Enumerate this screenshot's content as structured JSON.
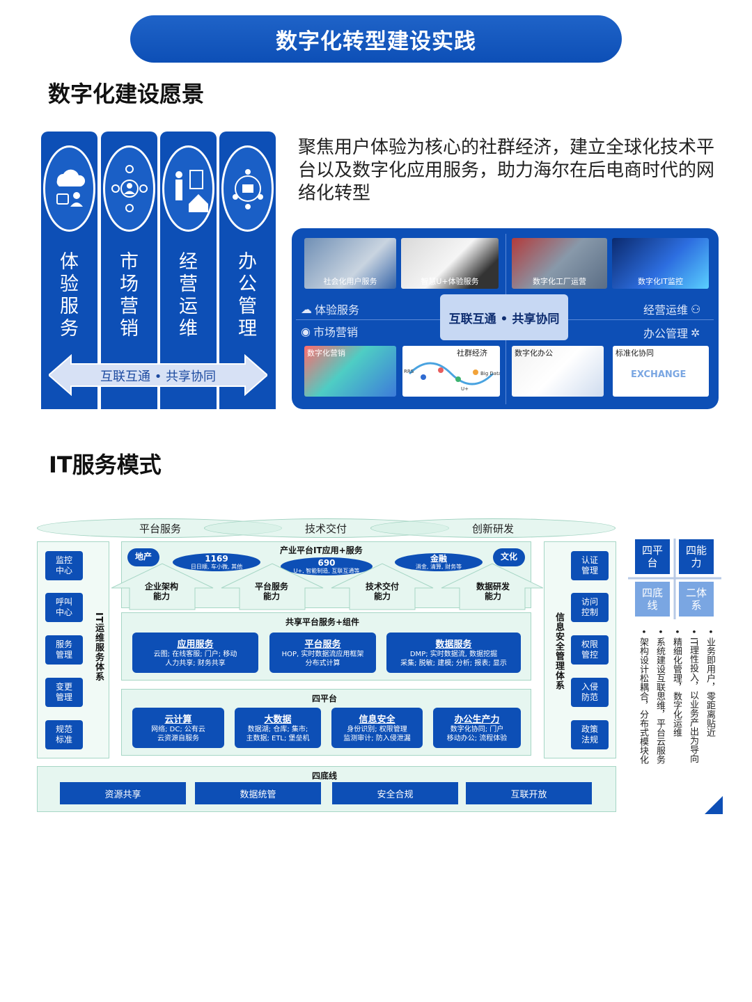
{
  "banner": {
    "title": "数字化转型建设实践"
  },
  "vision": {
    "heading": "数字化建设愿景",
    "columns": [
      {
        "label": [
          "体",
          "验",
          "服",
          "务"
        ],
        "icon": "cloud-user-icon"
      },
      {
        "label": [
          "市",
          "场",
          "营",
          "销"
        ],
        "icon": "network-people-icon"
      },
      {
        "label": [
          "经",
          "营",
          "运",
          "维"
        ],
        "icon": "building-icon"
      },
      {
        "label": [
          "办",
          "公",
          "管",
          "理"
        ],
        "icon": "office-network-icon"
      }
    ],
    "arrow_label": "互联互通 • 共享协同",
    "description": "聚焦用户体验为核心的社群经济，建立全球化技术平台以及数字化应用服务，助力海尔在后电商时代的网络化转型",
    "panel": {
      "photos_top": [
        "社会化用户服务",
        "智慧U+体验服务",
        "数字化工厂运营",
        "数字化IT监控"
      ],
      "photos_bottom": [
        "数字化营销",
        "社群经济",
        "数字化办公",
        "标准化协同"
      ],
      "labels": {
        "experience": "体验服务",
        "marketing": "市场营销",
        "operations": "经营运维",
        "office": "办公管理"
      },
      "center": "互联互通 • 共享协同",
      "tiny_text": {
        "rrs": "RRS",
        "big_data": "Big Data",
        "u_plus": "U+",
        "exchange": "EXCHANGE"
      }
    }
  },
  "it": {
    "heading": "IT服务模式",
    "ellipses": [
      "平台服务",
      "技术交付",
      "创新研发"
    ],
    "left_side": {
      "title": "IT运维服务体系",
      "items": [
        "监控\n中心",
        "呼叫\n中心",
        "服务\n管理",
        "变更\n管理",
        "规范\n标准"
      ]
    },
    "right_side": {
      "title": "信息安全管理体系",
      "items": [
        "认证\n管理",
        "访问\n控制",
        "权限\n管控",
        "入侵\n防范",
        "政策\n法规"
      ]
    },
    "industry": {
      "title": "产业平台IT应用+服务",
      "pills": [
        {
          "name": "地产",
          "sub": ""
        },
        {
          "name": "1169",
          "sub": "日日顺, 车小微, 其他"
        },
        {
          "name": "690",
          "sub": "U+, 智能制造, 互联互通等"
        },
        {
          "name": "金融",
          "sub": "消金, 清算, 财务等"
        },
        {
          "name": "文化",
          "sub": ""
        }
      ],
      "capabilities": [
        "企业架构\n能力",
        "平台服务\n能力",
        "技术交付\n能力",
        "数据研发\n能力"
      ]
    },
    "shared": {
      "title": "共享平台服务+组件",
      "services": [
        {
          "name": "应用服务",
          "desc": "云图; 在线客服; 门户; 移动\n人力共享; 财务共享"
        },
        {
          "name": "平台服务",
          "desc": "HOP, 实时数据流应用框架\n分布式计算"
        },
        {
          "name": "数据服务",
          "desc": "DMP; 实时数据流, 数据挖掘\n采集; 脱敏; 建模; 分析; 报表; 显示"
        }
      ]
    },
    "four_platform": {
      "title": "四平台",
      "items": [
        {
          "name": "云计算",
          "desc": "网络; DC; 公有云\n云资源自服务"
        },
        {
          "name": "大数据",
          "desc": "数据湖; 仓库; 集市;\n主数据; ETL; 堡垒机"
        },
        {
          "name": "信息安全",
          "desc": "身份识别; 权限管理\n监测审计; 防入侵泄漏"
        },
        {
          "name": "办公生产力",
          "desc": "数字化协同; 门户\n移动办公; 流程体验"
        }
      ]
    },
    "four_baseline": {
      "title": "四底线",
      "items": [
        "资源共享",
        "数据统管",
        "安全合规",
        "互联开放"
      ]
    },
    "quadrant": [
      "四平\n台",
      "四能\n力",
      "四底\n线",
      "二体\n系"
    ],
    "notes": [
      "业务即用户，零距离贴近",
      "IT理性投入，以业务产出为导向",
      "精细化管理，数字化运维",
      "系统建设互联思维，平台云服务",
      "架构设计松耦合，分布式模块化"
    ]
  },
  "colors": {
    "primary": "#0d4fb6",
    "banner": "#1f63c8",
    "frame_green": "#a6d6c5",
    "quad_light": "#7aa6e2"
  }
}
